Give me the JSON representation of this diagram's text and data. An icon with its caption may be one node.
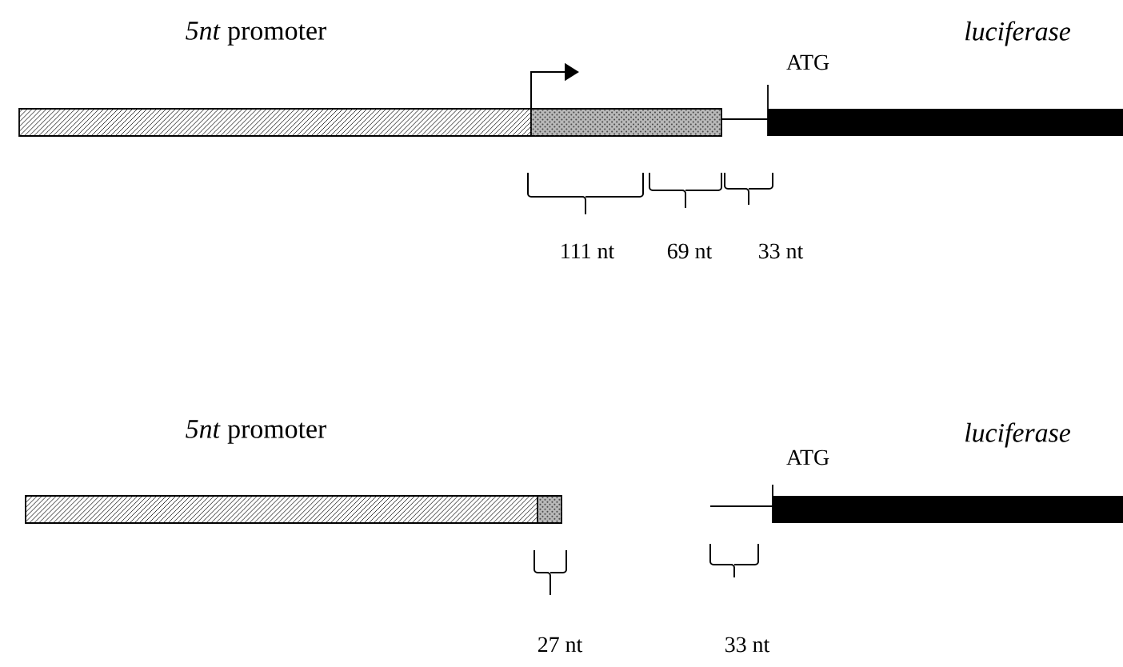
{
  "diagram": {
    "labels": [
      "*5nt* promoter",
      "luciferase",
      "ATG",
      "111 nt",
      "69 nt",
      "33 nt",
      "*5nt* promoter",
      "luciferase",
      "ATG",
      "27 nt",
      "33 nt"
    ]
  }
}
